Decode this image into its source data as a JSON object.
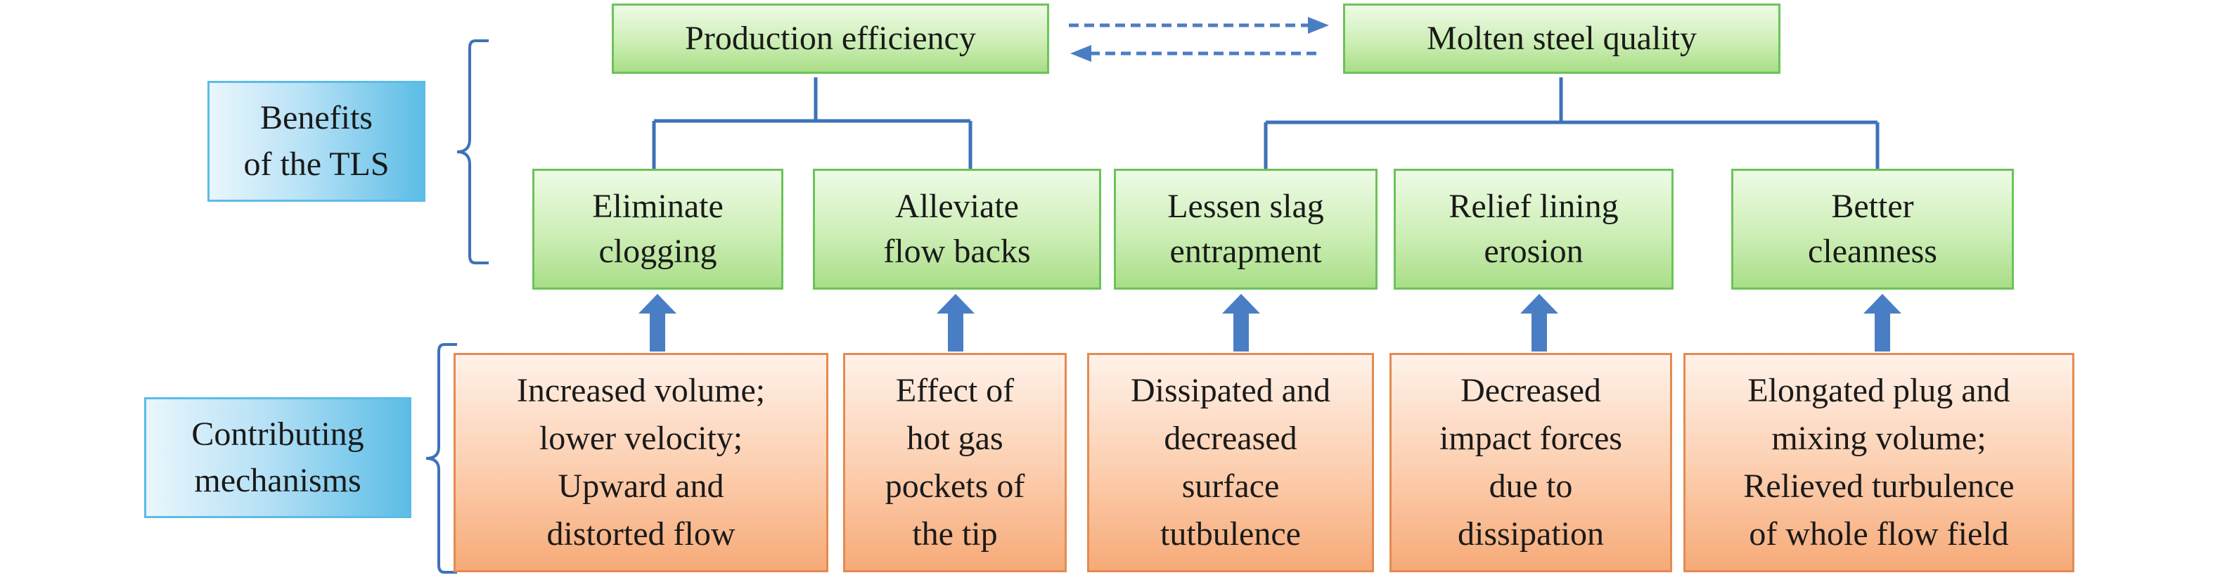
{
  "top": {
    "production_efficiency": "Production efficiency",
    "molten_steel_quality": "Molten steel quality"
  },
  "sections": {
    "benefits": "Benefits\nof the TLS",
    "mechanisms": "Contributing\nmechanisms"
  },
  "benefits": [
    "Eliminate\nclogging",
    "Alleviate\nflow backs",
    "Lessen slag\nentrapment",
    "Relief lining\nerosion",
    "Better\ncleanness"
  ],
  "mechanisms": [
    "Increased volume;\nlower velocity;\nUpward and\ndistorted flow",
    "Effect of\nhot gas\npockets of\nthe tip",
    "Dissipated and\ndecreased\nsurface\ntutbulence",
    "Decreased\nimpact forces\ndue to\ndissipation",
    "Elongated plug and\nmixing volume;\nRelieved turbulence\nof whole flow field"
  ],
  "colors": {
    "connector": "#3d72b8",
    "arrow": "#4a7ec4",
    "green_border": "#6cc35a",
    "orange_border": "#e38b52",
    "blue_border": "#5bbce6"
  }
}
